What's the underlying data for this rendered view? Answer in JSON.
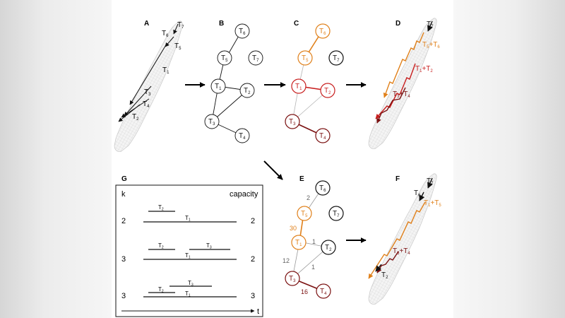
{
  "panels": {
    "a": {
      "letter": "A",
      "trips": [
        {
          "t": "T",
          "s": "7"
        },
        {
          "t": "T",
          "s": "6"
        },
        {
          "t": "T",
          "s": "5"
        },
        {
          "t": "T",
          "s": "1"
        },
        {
          "t": "T",
          "s": "3"
        },
        {
          "t": "T",
          "s": "4"
        },
        {
          "t": "T",
          "s": "2"
        }
      ]
    },
    "b": {
      "letter": "B",
      "nodes": [
        {
          "t": "T",
          "s": "6"
        },
        {
          "t": "T",
          "s": "5"
        },
        {
          "t": "T",
          "s": "7"
        },
        {
          "t": "T",
          "s": "1"
        },
        {
          "t": "T",
          "s": "2"
        },
        {
          "t": "T",
          "s": "3"
        },
        {
          "t": "T",
          "s": "4"
        }
      ]
    },
    "c": {
      "letter": "C",
      "nodes": [
        {
          "t": "T",
          "s": "6"
        },
        {
          "t": "T",
          "s": "5"
        },
        {
          "t": "T",
          "s": "7"
        },
        {
          "t": "T",
          "s": "1"
        },
        {
          "t": "T",
          "s": "2"
        },
        {
          "t": "T",
          "s": "3"
        },
        {
          "t": "T",
          "s": "4"
        }
      ]
    },
    "d": {
      "letter": "D",
      "labels": [
        {
          "t": "T",
          "s": "7"
        },
        {
          "t": "T",
          "s": "5",
          "plus": "+",
          "t2": "T",
          "s2": "6"
        },
        {
          "t": "T",
          "s": "1",
          "plus": "+",
          "t2": "T",
          "s2": "2"
        },
        {
          "t": "T",
          "s": "3",
          "plus": "+",
          "t2": "T",
          "s2": "4"
        }
      ]
    },
    "e": {
      "letter": "E",
      "nodes": [
        {
          "t": "T",
          "s": "6"
        },
        {
          "t": "T",
          "s": "5"
        },
        {
          "t": "T",
          "s": "7"
        },
        {
          "t": "T",
          "s": "1"
        },
        {
          "t": "T",
          "s": "2"
        },
        {
          "t": "T",
          "s": "3"
        },
        {
          "t": "T",
          "s": "4"
        }
      ],
      "weights": [
        "2",
        "30",
        "1",
        "12",
        "1",
        "16"
      ]
    },
    "f": {
      "letter": "F",
      "labels": [
        {
          "t": "T",
          "s": "7"
        },
        {
          "t": "T",
          "s": "6"
        },
        {
          "t": "T",
          "s": "1",
          "plus": "+",
          "t2": "T",
          "s2": "5"
        },
        {
          "t": "T",
          "s": "3",
          "plus": "+",
          "t2": "T",
          "s2": "4"
        },
        {
          "t": "T",
          "s": "2"
        }
      ]
    },
    "g": {
      "letter": "G",
      "header_k": "k",
      "header_capacity": "capacity",
      "axis_label": "t",
      "rows": [
        {
          "k": "2",
          "capacity": "2",
          "upper": [
            {
              "t": "T",
              "s": "2"
            }
          ],
          "lower": [
            {
              "t": "T",
              "s": "1"
            }
          ]
        },
        {
          "k": "3",
          "capacity": "2",
          "upper": [
            {
              "t": "T",
              "s": "2"
            },
            {
              "t": "T",
              "s": "3"
            }
          ],
          "lower": [
            {
              "t": "T",
              "s": "1"
            }
          ]
        },
        {
          "k": "3",
          "capacity": "3",
          "upper": [
            {
              "t": "T",
              "s": "3"
            },
            {
              "t": "T",
              "s": "2"
            }
          ],
          "lower": [
            {
              "t": "T",
              "s": "1"
            }
          ]
        }
      ]
    }
  },
  "colors": {
    "orange": "#e0801a",
    "red": "#c81e1e",
    "dark_red": "#7a1010",
    "black": "#111111",
    "grey": "#9a9a9a",
    "map_fill": "#f2f2f2",
    "map_stroke": "#cfcfcf"
  }
}
